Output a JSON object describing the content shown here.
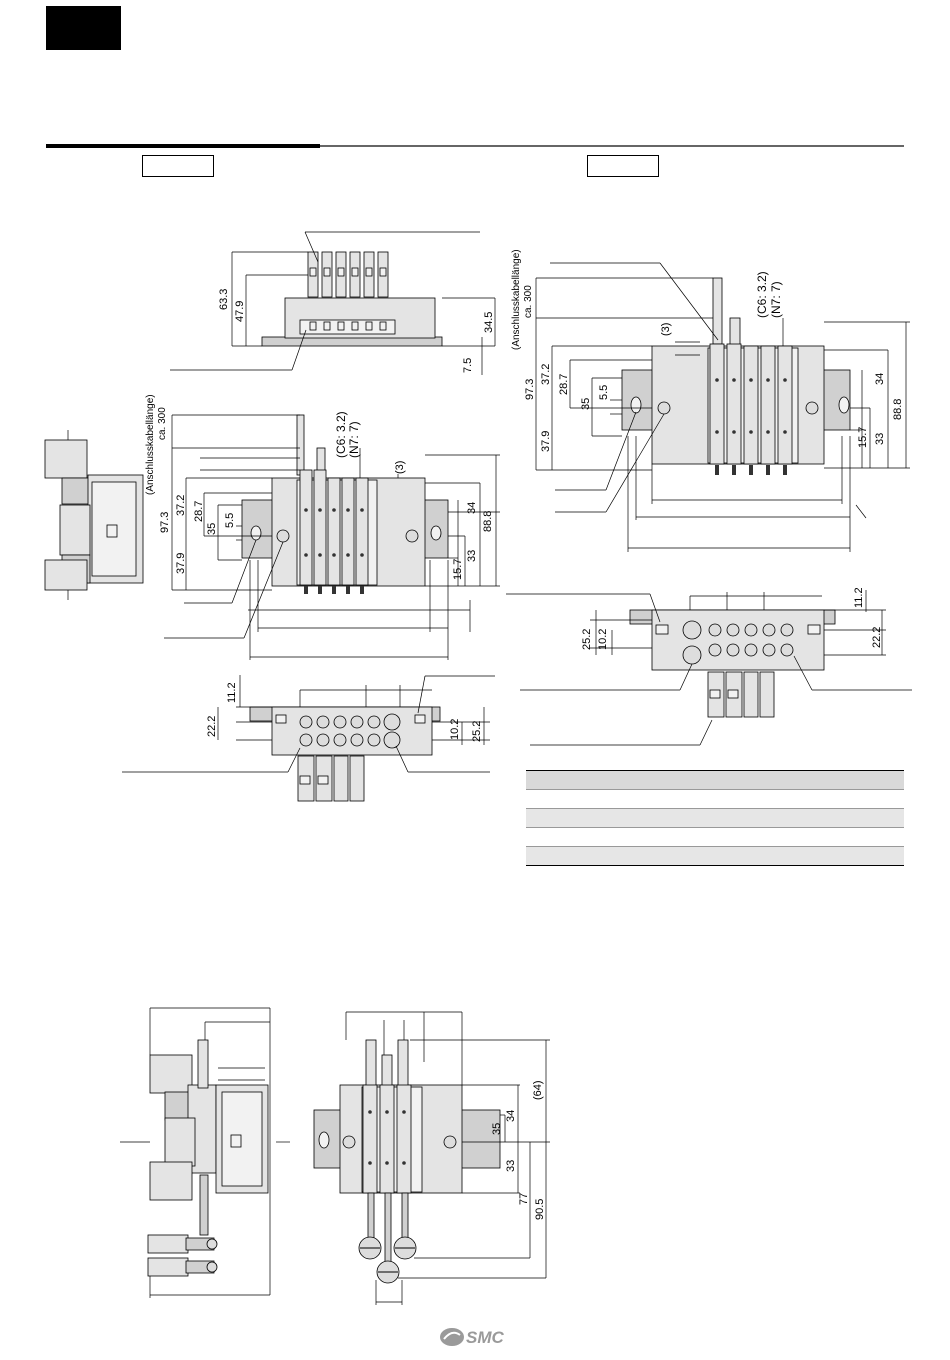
{
  "dims": {
    "top_view_height": "63.3",
    "top_view_inner": "47.9",
    "top_view_right": "34.5",
    "top_view_rail": "7.5",
    "cable_length": "(Anschlusskabellänge)",
    "cable_length_value": "ca. 300",
    "c6": "(C6: 3.2)",
    "n7": "(N7: 7)",
    "paren3": "(3)",
    "d97_3": "97.3",
    "d37_2": "37.2",
    "d28_7": "28.7",
    "d35": "35",
    "d5_5": "5.5",
    "d37_9": "37.9",
    "d34": "34",
    "d88_8": "88.8",
    "d33": "33",
    "d15_7": "15.7",
    "d11_2": "11.2",
    "d22_2": "22.2",
    "d10_2": "10.2",
    "d25_2": "25.2",
    "d64": "(64)",
    "d77": "77",
    "d90_5": "90.5"
  },
  "brand": {
    "logo_text": "SMC"
  }
}
